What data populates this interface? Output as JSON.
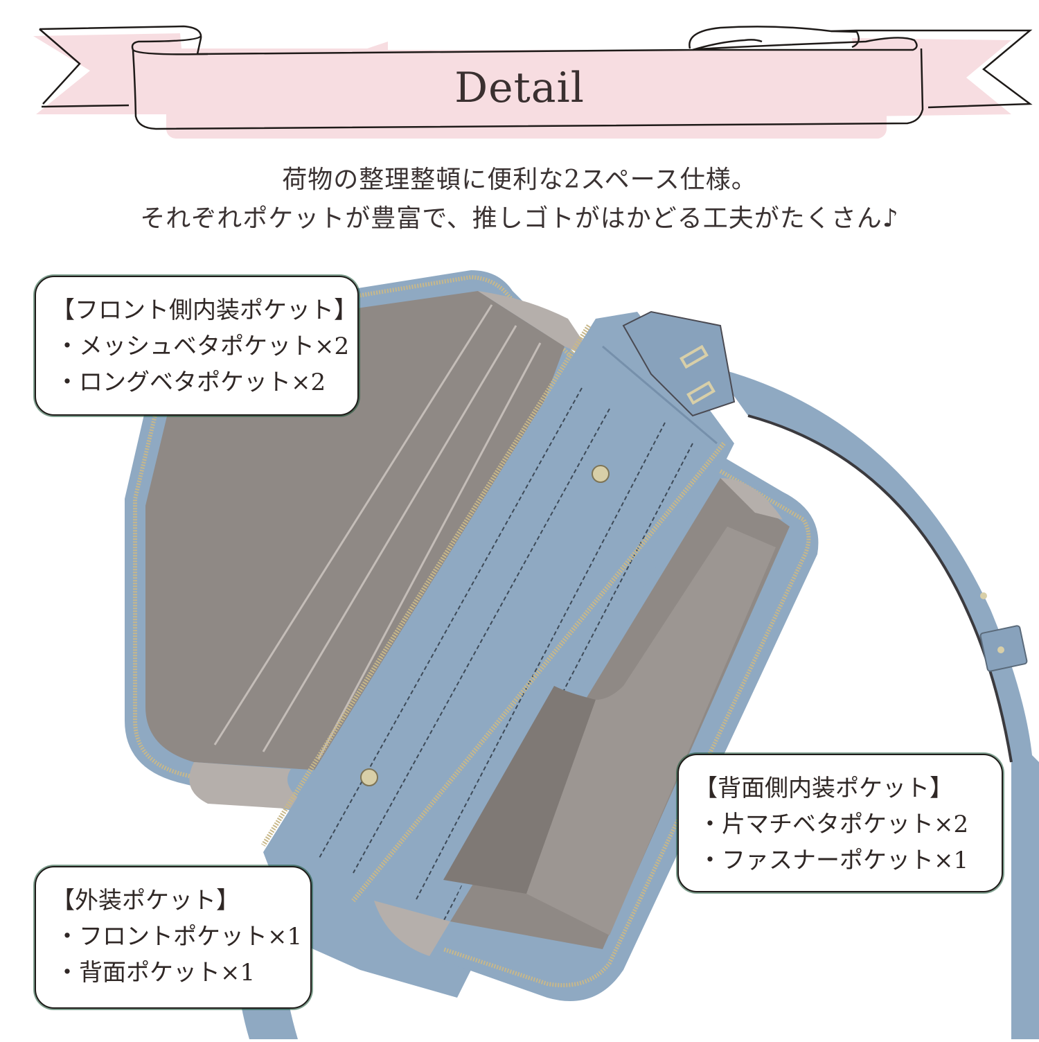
{
  "banner": {
    "title": "Detail",
    "ribbon_fill": "#f7dde1",
    "ribbon_outline": "#1e1a18"
  },
  "intro": {
    "line1": "荷物の整理整頓に便利な2スペース仕様。",
    "line2": "それぞれポケットが豊富で、推しゴトがはかどる工夫がたくさん♪"
  },
  "product_photo": {
    "description": "open double-zip shoulder bag, light blue leather with grey lining",
    "colors": {
      "leather": "#8fa9c2",
      "leather_shade": "#7690ab",
      "lining": "#8f8985",
      "lining_light": "#b5afab",
      "zipper": "#c8b88a",
      "hardware": "#d8cfa8"
    }
  },
  "callouts": {
    "front_interior": {
      "heading": "【フロント側内装ポケット】",
      "items": [
        "・メッシュベタポケット×2",
        "・ロングベタポケット×2"
      ]
    },
    "back_interior": {
      "heading": "【背面側内装ポケット】",
      "items": [
        "・片マチベタポケット×2",
        "・ファスナーポケット×1"
      ]
    },
    "exterior": {
      "heading": "【外装ポケット】",
      "items": [
        "・フロントポケット×1",
        "・背面ポケット×1"
      ]
    }
  }
}
